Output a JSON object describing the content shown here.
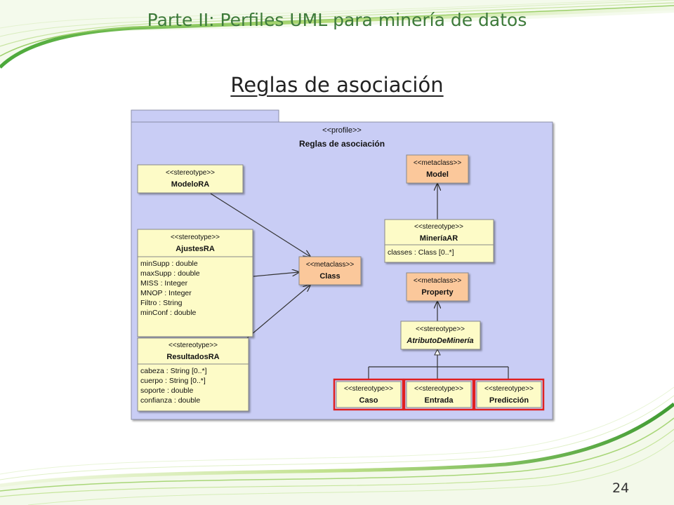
{
  "slide": {
    "title": "Parte II: Perfiles UML para minería de datos",
    "subtitle": "Reglas de asociación",
    "page_number": "24"
  },
  "colors": {
    "package_fill": "#c9cdf5",
    "stereotype_fill": "#fdfbc7",
    "metaclass_fill": "#fbc89b",
    "highlight_border": "#e02020",
    "title_green": "#3d7a3a"
  },
  "diagram": {
    "package": {
      "stereotype": "<<profile>>",
      "name": "Reglas de asociación"
    },
    "classes": {
      "modelo_ra": {
        "stereotype": "<<stereotype>>",
        "name": "ModeloRA"
      },
      "ajustes_ra": {
        "stereotype": "<<stereotype>>",
        "name": "AjustesRA",
        "attributes": [
          "minSupp : double",
          "maxSupp : double",
          "MISS : Integer",
          "MNOP : Integer",
          "Filtro : String",
          "minConf : double"
        ]
      },
      "resultados_ra": {
        "stereotype": "<<stereotype>>",
        "name": "ResultadosRA",
        "attributes": [
          "cabeza : String [0..*]",
          "cuerpo : String [0..*]",
          "soporte : double",
          "confianza : double"
        ]
      },
      "class_meta": {
        "stereotype": "<<metaclass>>",
        "name": "Class"
      },
      "model_meta": {
        "stereotype": "<<metaclass>>",
        "name": "Model"
      },
      "mineria_ar": {
        "stereotype": "<<stereotype>>",
        "name": "MineríaAR",
        "attributes": [
          "classes : Class [0..*]"
        ]
      },
      "property_meta": {
        "stereotype": "<<metaclass>>",
        "name": "Property"
      },
      "atributo_mineria": {
        "stereotype": "<<stereotype>>",
        "name": "AtributoDeMinería"
      },
      "caso": {
        "stereotype": "<<stereotype>>",
        "name": "Caso"
      },
      "entrada": {
        "stereotype": "<<stereotype>>",
        "name": "Entrada"
      },
      "prediccion": {
        "stereotype": "<<stereotype>>",
        "name": "Predicción"
      }
    }
  }
}
